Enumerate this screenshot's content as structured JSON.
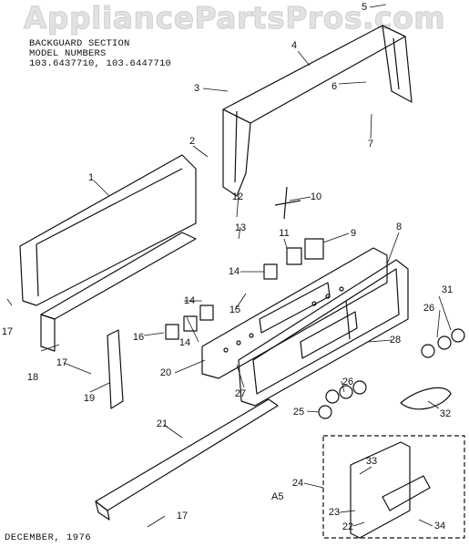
{
  "watermark": "AppliancePartsPros.com",
  "header": {
    "line1": "BACKGUARD SECTION",
    "line2": "MODEL NUMBERS",
    "line3": "103.6437710, 103.6447710"
  },
  "footer": "DECEMBER, 1976",
  "inset_label": "A5",
  "callouts": [
    "1",
    "2",
    "3",
    "4",
    "5",
    "6",
    "7",
    "8",
    "9",
    "10",
    "11",
    "12",
    "13",
    "14",
    "14",
    "14",
    "15",
    "16",
    "17",
    "17",
    "17",
    "18",
    "19",
    "20",
    "21",
    "22",
    "23",
    "24",
    "25",
    "26",
    "26",
    "27",
    "28",
    "31",
    "32",
    "33",
    "34"
  ]
}
